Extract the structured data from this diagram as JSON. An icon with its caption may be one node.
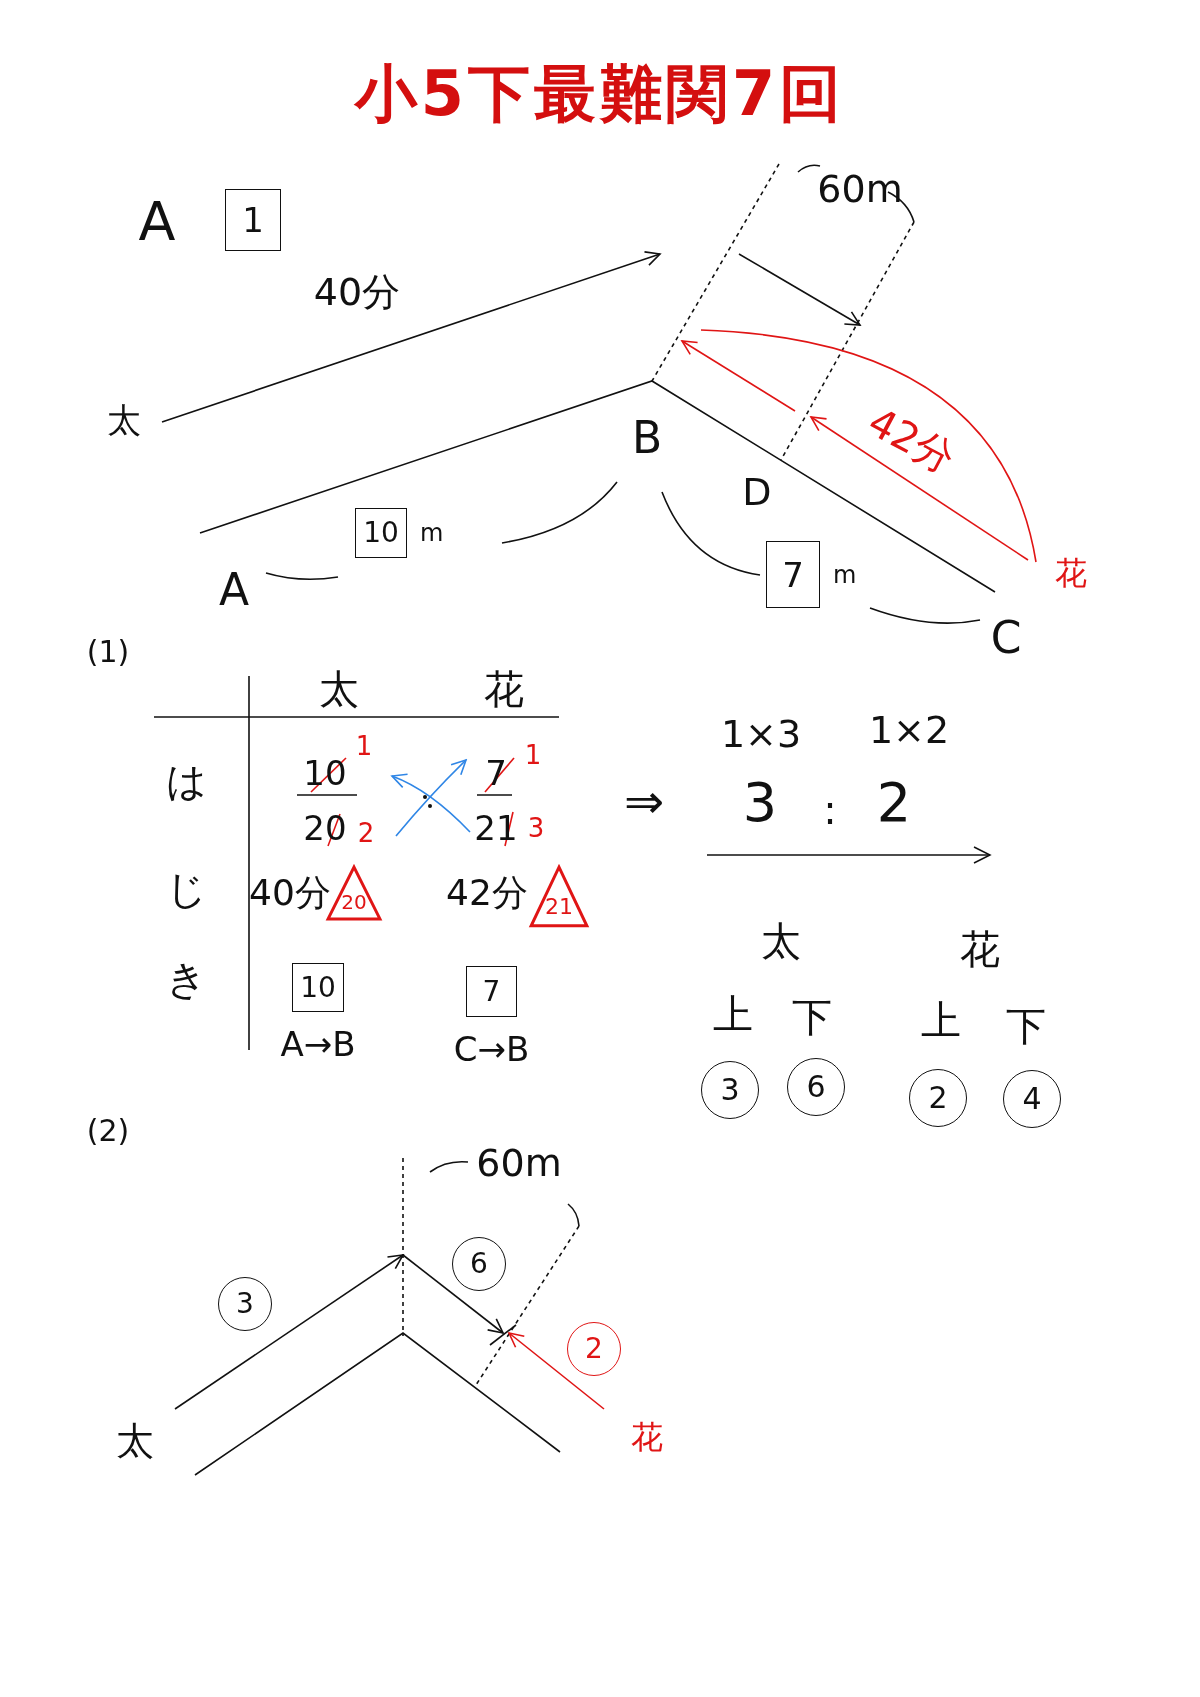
{
  "diagram": {
    "title": "小5下最難関7回",
    "nodes": [
      {
        "text": [
          "1"
        ]
      },
      {
        "text": [
          "10"
        ],
        "beside": [
          "m"
        ]
      },
      {
        "text": [
          "7"
        ],
        "beside": [
          "m"
        ]
      },
      {
        "text": [
          "20"
        ]
      },
      {
        "text": [
          "21"
        ]
      },
      {
        "text": [
          "10"
        ],
        "beside": [
          "A→B"
        ]
      },
      {
        "text": [
          "7"
        ],
        "beside": [
          "C→B"
        ]
      },
      {
        "text": [
          "3"
        ]
      },
      {
        "text": [
          "6"
        ]
      },
      {
        "text": [
          "2"
        ]
      },
      {
        "text": [
          "4"
        ]
      },
      {
        "text": [
          "6"
        ]
      },
      {
        "text": [
          "3"
        ]
      },
      {
        "text": [
          "2"
        ]
      }
    ],
    "labels": [
      "A",
      "60m",
      "40分",
      "太",
      "42分",
      "B",
      "D",
      "A",
      "花",
      "C",
      "(1)",
      "太",
      "花",
      "1×3",
      "1×2",
      "は",
      "10",
      "1",
      "7",
      "1",
      "3",
      ":",
      "2",
      "⇒",
      "20",
      "2",
      "21",
      "3",
      "じ",
      "40分",
      "42分",
      "太",
      "花",
      "き",
      "上",
      "下",
      "上",
      "下",
      "(2)",
      "60m",
      "太",
      "花"
    ]
  }
}
